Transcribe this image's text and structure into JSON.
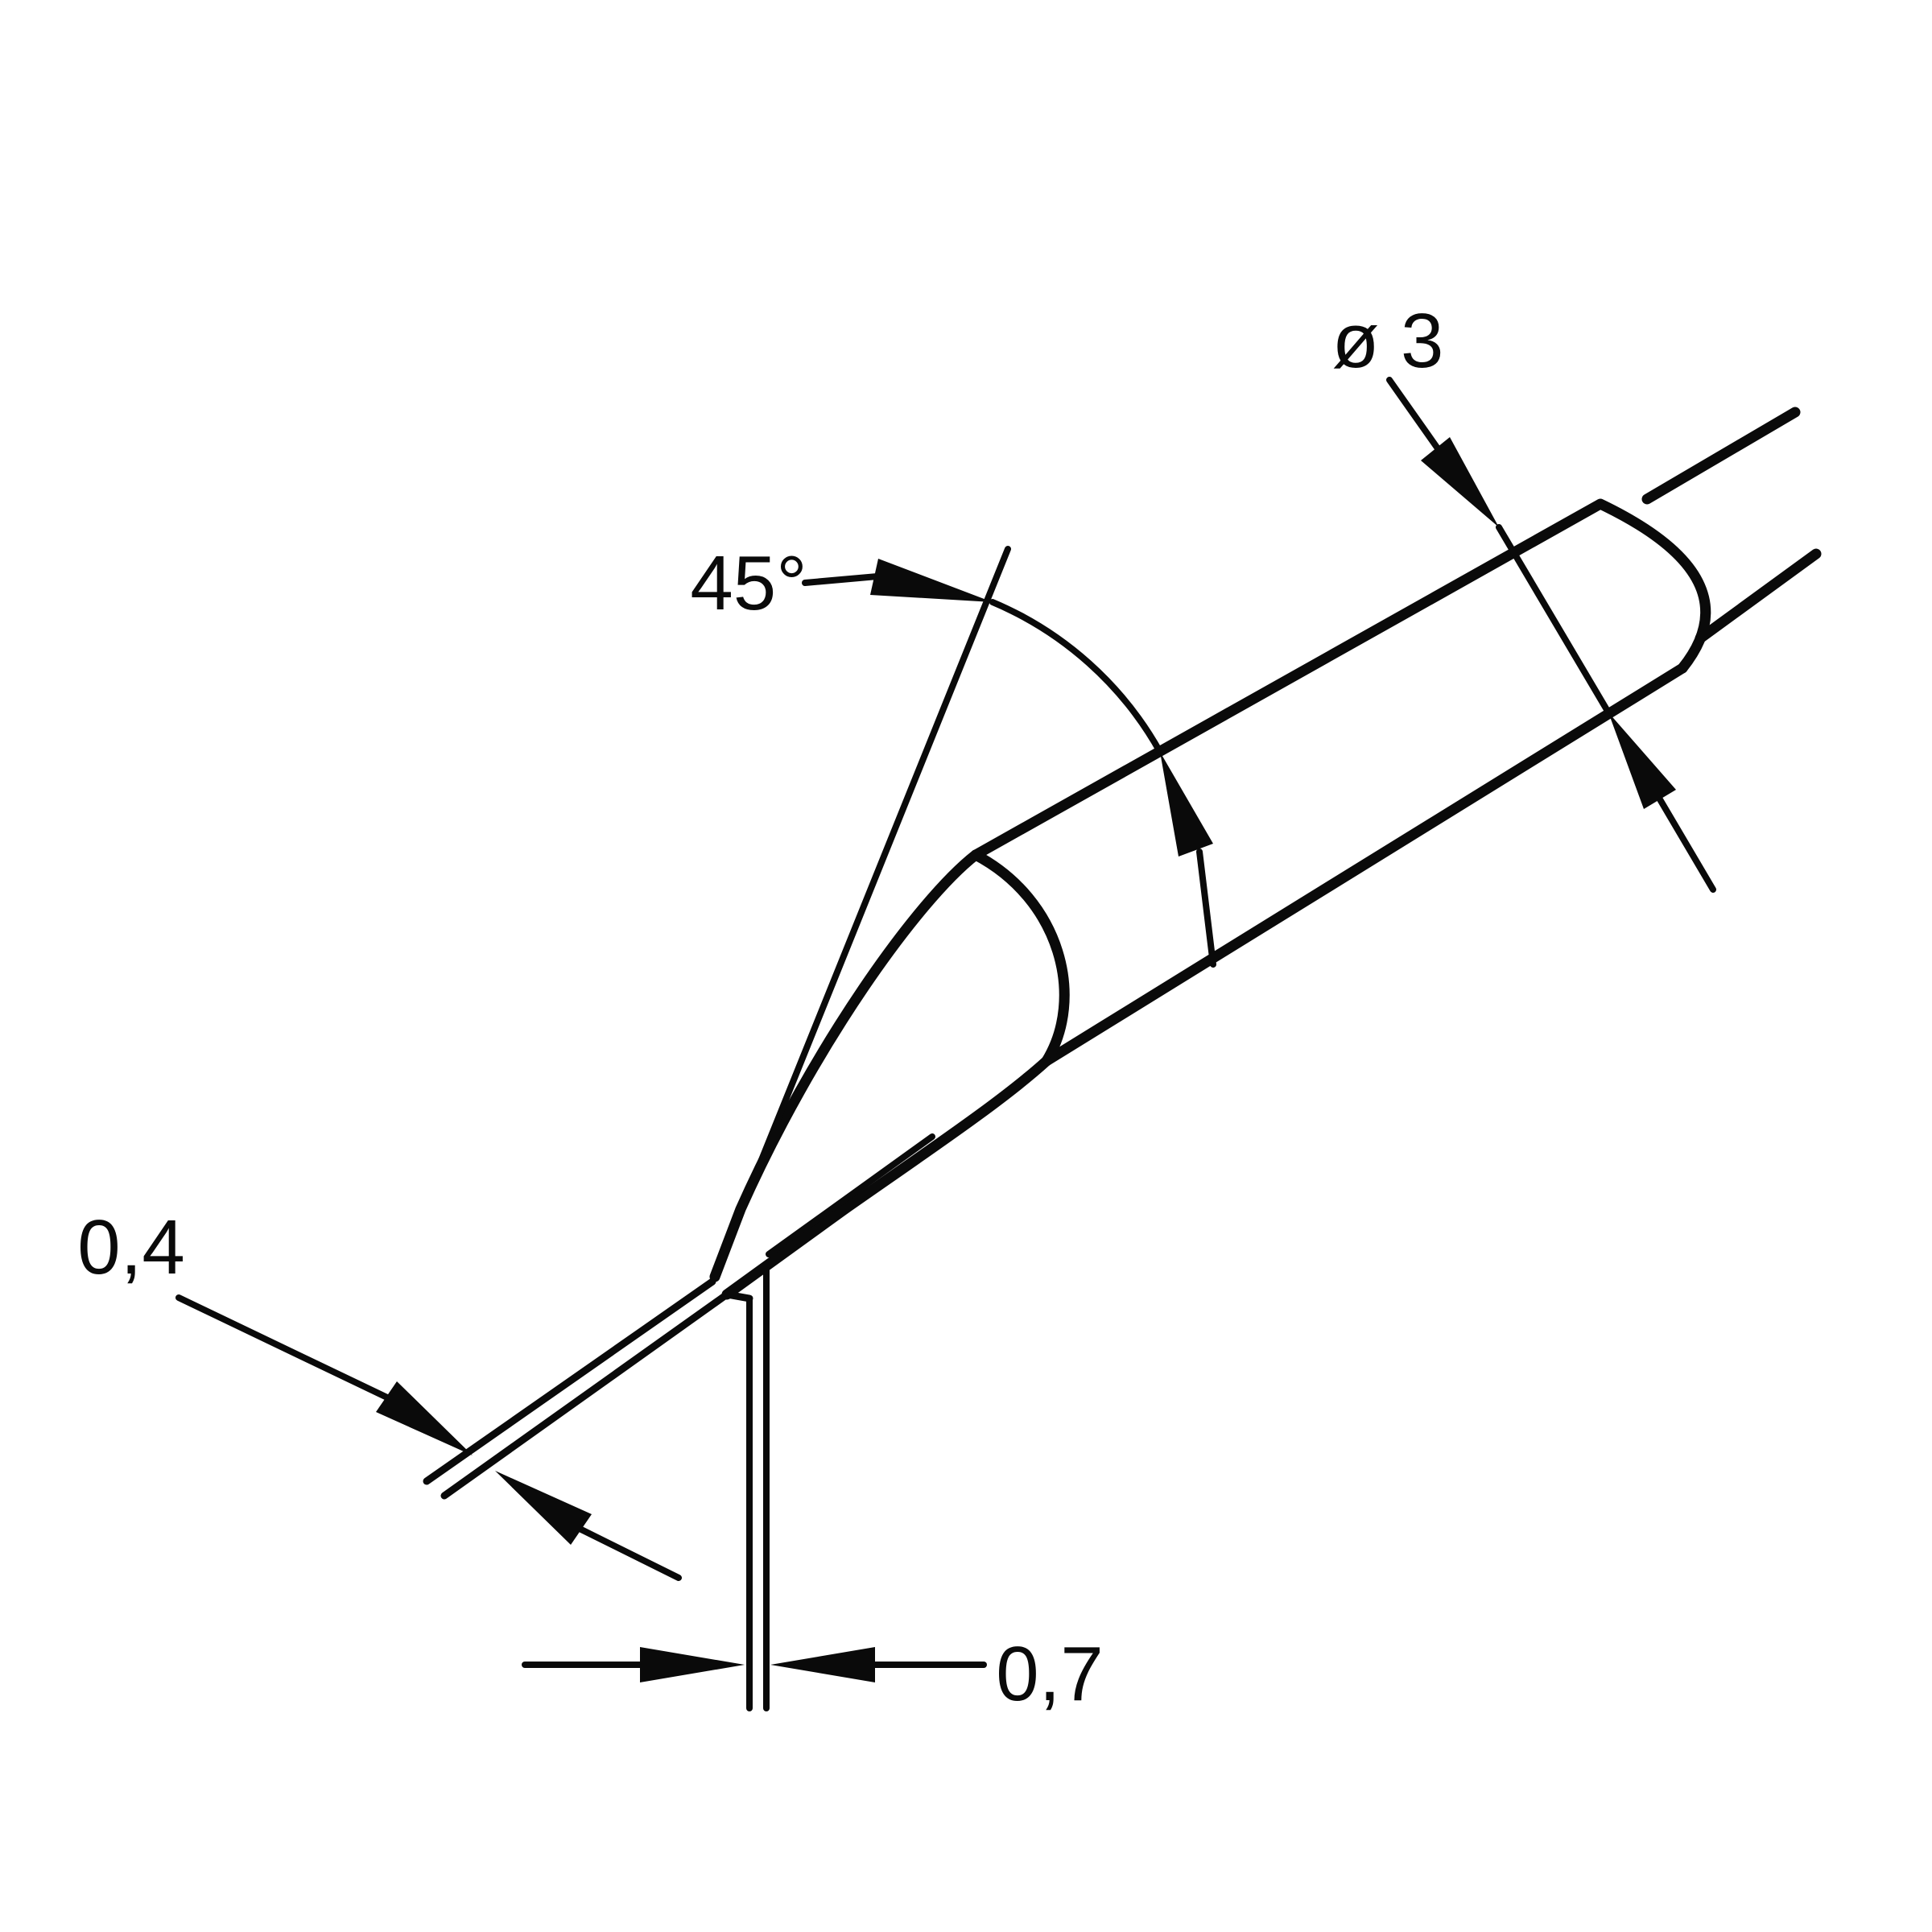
{
  "page": {
    "background_color": "#ffffff",
    "stroke_color": "#0a0a0a"
  },
  "drawing": {
    "type": "technical-dimension-drawing",
    "subject": "bent chisel soldering tip, side view with dimensions",
    "units_style": "comma-decimal",
    "labels": {
      "diameter": "ø 3",
      "angle": "45°",
      "blade_thickness": "0,4",
      "tip_width": "0,7"
    }
  }
}
